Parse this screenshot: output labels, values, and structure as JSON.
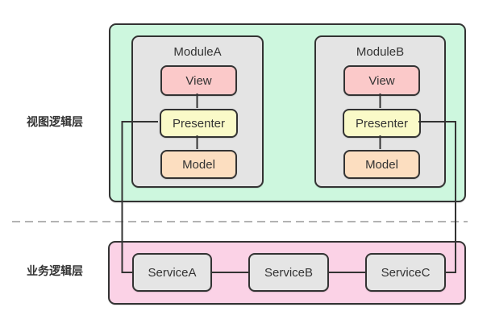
{
  "colors": {
    "view_layer_bg": "#cdf7de",
    "business_layer_bg": "#fbd2e6",
    "module_bg": "#e4e4e4",
    "service_bg": "#e5e5e5",
    "view_box_bg": "#fbc9c9",
    "presenter_box_bg": "#fafac8",
    "model_box_bg": "#fcdec0",
    "border": "#333333",
    "divider": "#b3b3b3",
    "text": "#333333"
  },
  "layer_labels": {
    "view_layer": "视图逻辑层",
    "business_layer": "业务逻辑层"
  },
  "modules": [
    {
      "title": "ModuleA",
      "boxes": {
        "view": "View",
        "presenter": "Presenter",
        "model": "Model"
      }
    },
    {
      "title": "ModuleB",
      "boxes": {
        "view": "View",
        "presenter": "Presenter",
        "model": "Model"
      }
    }
  ],
  "services": [
    {
      "label": "ServiceA"
    },
    {
      "label": "ServiceB"
    },
    {
      "label": "ServiceC"
    }
  ]
}
